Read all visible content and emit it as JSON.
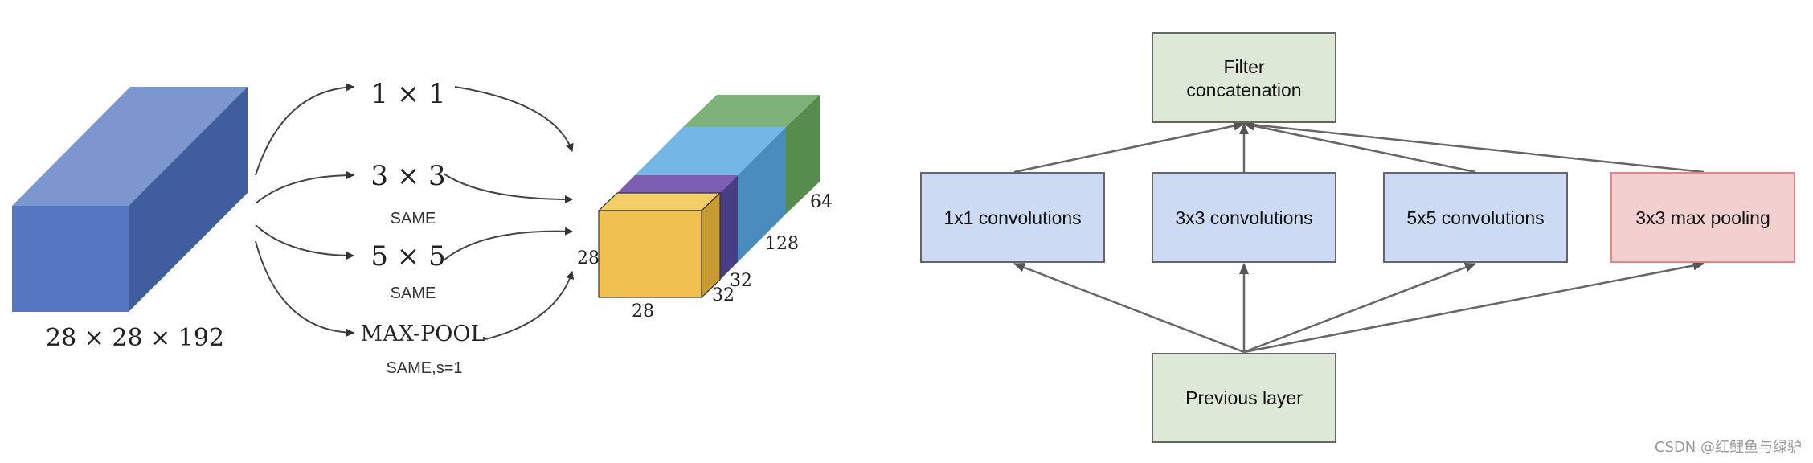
{
  "left_diagram": {
    "input_label": "28 × 28 × 192",
    "branches": [
      {
        "op": "1 × 1",
        "note": ""
      },
      {
        "op": "3 × 3",
        "note": "SAME"
      },
      {
        "op": "5 × 5",
        "note": "SAME"
      },
      {
        "op": "MAX-POOL",
        "note": "SAME,s=1"
      }
    ],
    "output_dims": {
      "height": "28",
      "width": "28",
      "d1": "32",
      "d2": "32",
      "d3": "128",
      "d4": "64"
    }
  },
  "right_diagram": {
    "top": "Filter concatenation",
    "top_lines": [
      "Filter",
      "concatenation"
    ],
    "middle": [
      "1x1 convolutions",
      "3x3 convolutions",
      "5x5 convolutions",
      "3x3 max pooling"
    ],
    "bottom": "Previous layer"
  },
  "colors": {
    "input_front": "#5577c1",
    "input_top": "#7c97cd",
    "input_side": "#405d9e",
    "yellow": "#f0c050",
    "purple": "#7a5fb3",
    "blue": "#73b7e6",
    "green": "#7fb27a",
    "green_box": "#dde9d6",
    "blue_box": "#ccdbf3",
    "red_box": "#f2d0cf"
  },
  "watermark": "CSDN @红鲤鱼与绿驴"
}
